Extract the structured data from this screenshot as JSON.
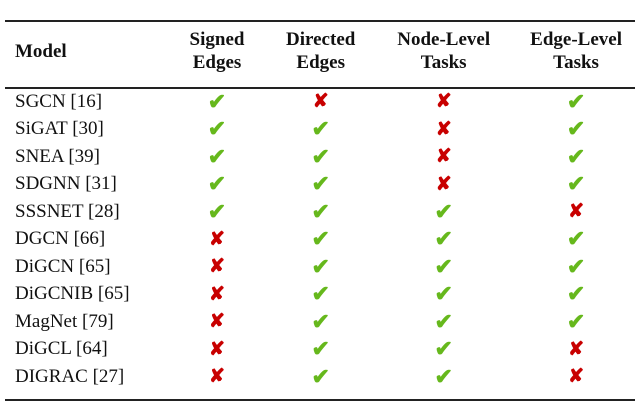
{
  "columns": [
    "Model",
    "Signed Edges",
    "Directed Edges",
    "Node-Level Tasks",
    "Edge-Level Tasks"
  ],
  "header_lines": [
    [
      "Model"
    ],
    [
      "Signed",
      "Edges"
    ],
    [
      "Directed",
      "Edges"
    ],
    [
      "Node-Level",
      "Tasks"
    ],
    [
      "Edge-Level",
      "Tasks"
    ]
  ],
  "symbols": {
    "yes": "✔",
    "no": "✘"
  },
  "colors": {
    "yes": "#66b81c",
    "no": "#c80000"
  },
  "rows": [
    {
      "model": "SGCN [16]",
      "values": [
        true,
        false,
        false,
        true
      ]
    },
    {
      "model": "SiGAT [30]",
      "values": [
        true,
        true,
        false,
        true
      ]
    },
    {
      "model": "SNEA [39]",
      "values": [
        true,
        true,
        false,
        true
      ]
    },
    {
      "model": "SDGNN [31]",
      "values": [
        true,
        true,
        false,
        true
      ]
    },
    {
      "model": "SSSNET [28]",
      "values": [
        true,
        true,
        true,
        false
      ]
    },
    {
      "model": "DGCN [66]",
      "values": [
        false,
        true,
        true,
        true
      ]
    },
    {
      "model": "DiGCN [65]",
      "values": [
        false,
        true,
        true,
        true
      ]
    },
    {
      "model": "DiGCNIB [65]",
      "values": [
        false,
        true,
        true,
        true
      ]
    },
    {
      "model": "MagNet [79]",
      "values": [
        false,
        true,
        true,
        true
      ]
    },
    {
      "model": "DiGCL [64]",
      "values": [
        false,
        true,
        true,
        false
      ]
    },
    {
      "model": "DIGRAC [27]",
      "values": [
        false,
        true,
        true,
        false
      ]
    }
  ]
}
